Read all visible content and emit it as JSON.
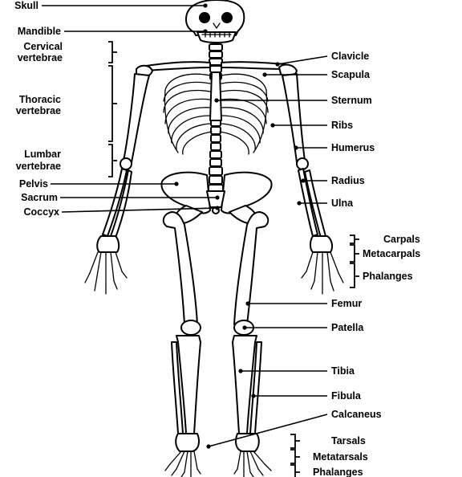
{
  "labels": {
    "skull": "Skull",
    "mandible": "Mandible",
    "cervical_1": "Cervical",
    "cervical_2": "vertebrae",
    "thoracic_1": "Thoracic",
    "thoracic_2": "vertebrae",
    "lumbar_1": "Lumbar",
    "lumbar_2": "vertebrae",
    "pelvis": "Pelvis",
    "sacrum": "Sacrum",
    "coccyx": "Coccyx",
    "clavicle": "Clavicle",
    "scapula": "Scapula",
    "sternum": "Sternum",
    "ribs": "Ribs",
    "humerus": "Humerus",
    "radius": "Radius",
    "ulna": "Ulna",
    "carpals": "Carpals",
    "metacarpals": "Metacarpals",
    "phalanges_hand": "Phalanges",
    "femur": "Femur",
    "patella": "Patella",
    "tibia": "Tibia",
    "fibula": "Fibula",
    "calcaneus": "Calcaneus",
    "tarsals": "Tarsals",
    "metatarsals": "Metatarsals",
    "phalanges_foot": "Phalanges"
  }
}
